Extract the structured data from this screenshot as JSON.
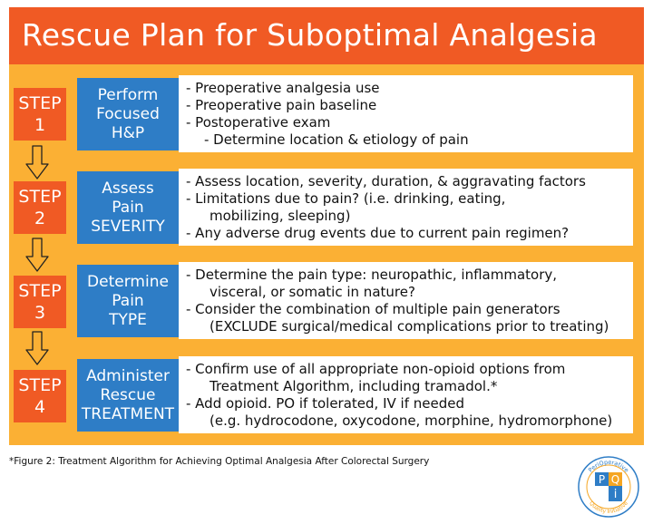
{
  "title": "Rescue Plan for Suboptimal Analgesia",
  "steps": [
    {
      "badge_word": "STEP",
      "badge_num": "1",
      "action": [
        "Perform",
        "Focused",
        "H&P"
      ],
      "details": [
        {
          "text": "- Preoperative analgesia use",
          "indent": 0
        },
        {
          "text": "- Preoperative pain baseline",
          "indent": 0
        },
        {
          "text": "- Postoperative exam",
          "indent": 0
        },
        {
          "text": "- Determine location & etiology of pain",
          "indent": 1
        }
      ]
    },
    {
      "badge_word": "STEP",
      "badge_num": "2",
      "action": [
        "Assess",
        "Pain",
        "SEVERITY"
      ],
      "details": [
        {
          "text": "- Assess location, severity, duration, & aggravating factors",
          "indent": 0
        },
        {
          "text": "- Limitations due to pain? (i.e. drinking, eating,",
          "indent": 0
        },
        {
          "text": "mobilizing, sleeping)",
          "indent": 2
        },
        {
          "text": "- Any adverse drug events due to current pain regimen?",
          "indent": 0
        }
      ]
    },
    {
      "badge_word": "STEP",
      "badge_num": "3",
      "action": [
        "Determine",
        "Pain",
        "TYPE"
      ],
      "details": [
        {
          "text": "- Determine the pain type: neuropathic, inflammatory,",
          "indent": 0
        },
        {
          "text": "visceral, or somatic in nature?",
          "indent": 2
        },
        {
          "text": "- Consider the combination of multiple pain generators",
          "indent": 0
        },
        {
          "text": "(EXCLUDE surgical/medical complications prior to treating)",
          "indent": 2
        }
      ]
    },
    {
      "badge_word": "STEP",
      "badge_num": "4",
      "action": [
        "Administer",
        "Rescue",
        "TREATMENT"
      ],
      "details": [
        {
          "text": "- Confirm use of all appropriate non-opioid options from",
          "indent": 0
        },
        {
          "text": "Treatment Algorithm, including tramadol.*",
          "indent": 2
        },
        {
          "text": "- Add opioid.  PO if tolerated, IV if needed",
          "indent": 0
        },
        {
          "text": "(e.g. hydrocodone, oxycodone, morphine, hydromorphone)",
          "indent": 2
        }
      ]
    }
  ],
  "footnote": "*Figure 2: Treatment Algorithm for Achieving Optimal Analgesia After Colorectal Surgery",
  "logo": {
    "letters": [
      "P",
      "Q",
      "i"
    ],
    "ring_text": "PeriOperative Quality Initiative"
  },
  "colors": {
    "title_bg": "#f05a24",
    "panel_bg": "#fbb034",
    "step_badge": "#f05a24",
    "action_box": "#2e7dc6"
  }
}
